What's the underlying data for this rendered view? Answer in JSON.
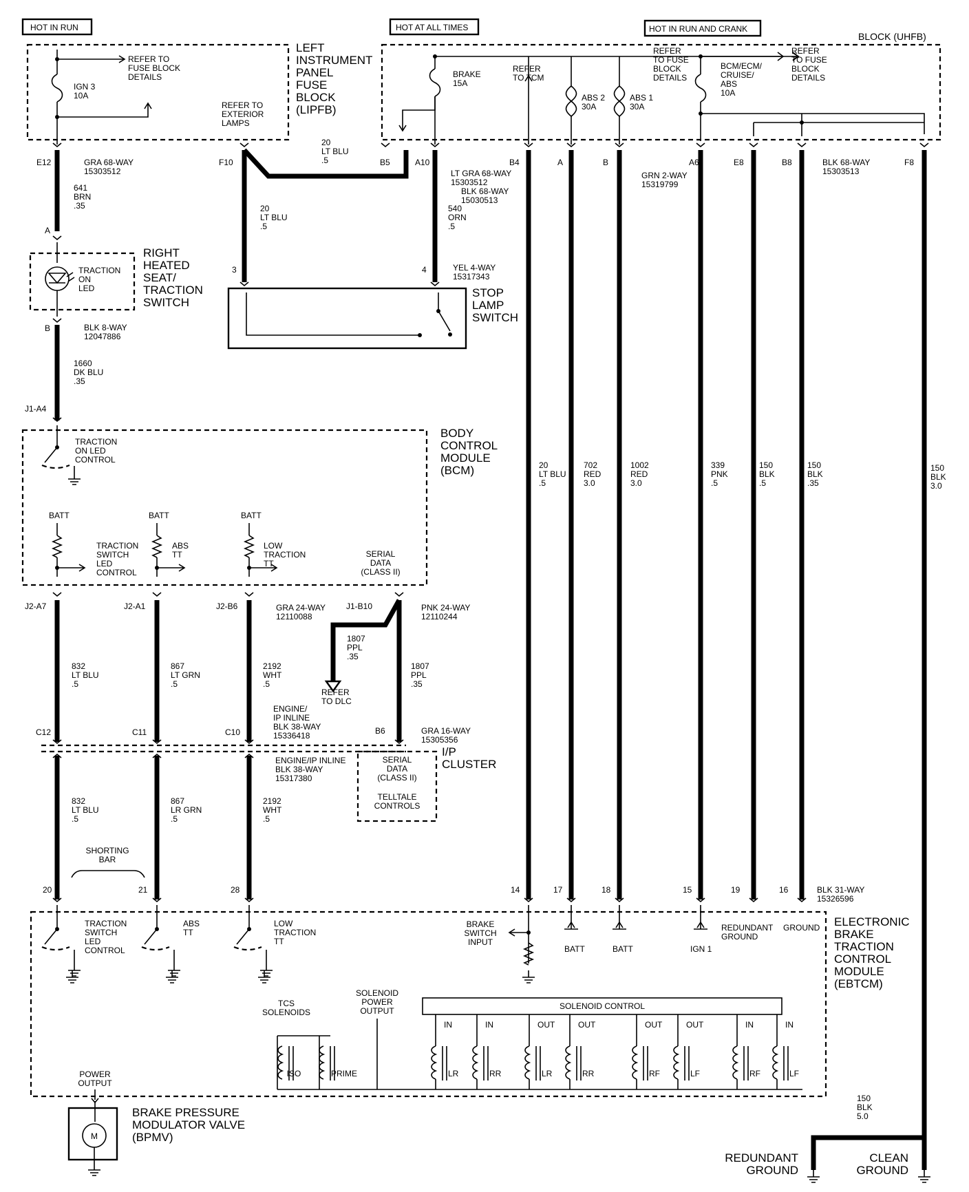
{
  "headers": {
    "hot_in_run": "HOT IN RUN",
    "hot_at_all_times": "HOT AT ALL TIMES",
    "hot_in_run_and_crank": "HOT IN RUN AND CRANK",
    "uhfb": "BLOCK (UHFB)"
  },
  "lipfb": {
    "title": [
      "LEFT",
      "INSTRUMENT",
      "PANEL",
      "FUSE",
      "BLOCK",
      "(LIPFB)"
    ],
    "fuse": [
      "IGN 3",
      "10A"
    ],
    "refer_fuse": [
      "REFER TO",
      "FUSE BLOCK",
      "DETAILS"
    ],
    "refer_ext": [
      "REFER TO",
      "EXTERIOR",
      "LAMPS"
    ]
  },
  "uhfb": {
    "brake_fuse": [
      "BRAKE",
      "15A"
    ],
    "refer_tcm": [
      "REFER",
      "TO TCM"
    ],
    "abs2": [
      "ABS 2",
      "30A"
    ],
    "abs1": [
      "ABS 1",
      "30A"
    ],
    "refer_fuse_1": [
      "REFER",
      "TO FUSE",
      "BLOCK",
      "DETAILS"
    ],
    "bcm_fuse": [
      "BCM/ECM/",
      "CRUISE/",
      "ABS",
      "10A"
    ],
    "refer_fuse_2": [
      "REFER",
      "TO FUSE",
      "BLOCK",
      "DETAILS"
    ]
  },
  "top_connectors": {
    "e12": "E12",
    "f10": "F10",
    "b5": "B5",
    "a10": "A10",
    "b4": "B4",
    "a": "A",
    "b": "B",
    "a6": "A6",
    "e8": "E8",
    "b8": "B8",
    "f8": "F8",
    "gra68_left": [
      "GRA 68-WAY",
      "15303512"
    ],
    "lt_gra68": [
      "LT GRA 68-WAY",
      "15303512"
    ],
    "blk68_mid": [
      "BLK 68-WAY",
      "15030513"
    ],
    "grn2": [
      "GRN 2-WAY",
      "15319799"
    ],
    "blk68_right": [
      "BLK 68-WAY",
      "15303513"
    ]
  },
  "wires": {
    "w641": [
      "641",
      "BRN",
      ".35"
    ],
    "w20_top": [
      "20",
      "LT BLU",
      ".5"
    ],
    "w20_left": [
      "20",
      "LT BLU",
      ".5"
    ],
    "w540": [
      "540",
      "ORN",
      ".5"
    ],
    "w1660": [
      "1660",
      "DK BLU",
      ".35"
    ],
    "w20_b4": [
      "20",
      "LT BLU",
      ".5"
    ],
    "w702": [
      "702",
      "RED",
      "3.0"
    ],
    "w1002": [
      "1002",
      "RED",
      "3.0"
    ],
    "w339": [
      "339",
      "PNK",
      ".5"
    ],
    "w150a": [
      "150",
      "BLK",
      ".5"
    ],
    "w150b": [
      "150",
      "BLK",
      ".35"
    ],
    "w150c": [
      "150",
      "BLK",
      "3.0"
    ],
    "w832a": [
      "832",
      "LT BLU",
      ".5"
    ],
    "w867a": [
      "867",
      "LT GRN",
      ".5"
    ],
    "w2192a": [
      "2192",
      "WHT",
      ".5"
    ],
    "w1807a": [
      "1807",
      "PPL",
      ".35"
    ],
    "w1807b": [
      "1807",
      "PPL",
      ".35"
    ],
    "w832b": [
      "832",
      "LT BLU",
      ".5"
    ],
    "w867b": [
      "867",
      "LR GRN",
      ".5"
    ],
    "w2192b": [
      "2192",
      "WHT",
      ".5"
    ],
    "w150d": [
      "150",
      "BLK",
      "5.0"
    ]
  },
  "seat_switch": {
    "title": [
      "RIGHT",
      "HEATED",
      "SEAT/",
      "TRACTION",
      "SWITCH"
    ],
    "led": [
      "TRACTION",
      "ON",
      "LED"
    ],
    "pin_a": "A",
    "pin_b": "B",
    "conn": [
      "BLK 8-WAY",
      "12047886"
    ]
  },
  "stop_lamp": {
    "title": [
      "STOP",
      "LAMP",
      "SWITCH"
    ],
    "pin3": "3",
    "pin4": "4",
    "conn": [
      "YEL 4-WAY",
      "15317343"
    ]
  },
  "bcm": {
    "title": [
      "BODY",
      "CONTROL",
      "MODULE",
      "(BCM)"
    ],
    "pin_j1a4": "J1-A4",
    "traction_on_led": [
      "TRACTION",
      "ON LED",
      "CONTROL"
    ],
    "batt": "BATT",
    "traction_switch_led": [
      "TRACTION",
      "SWITCH",
      "LED",
      "CONTROL"
    ],
    "abs_tt": [
      "ABS",
      "TT"
    ],
    "low_traction": [
      "LOW",
      "TRACTION",
      "TT"
    ],
    "serial_data": [
      "SERIAL",
      "DATA",
      "(CLASS II)"
    ],
    "pins": [
      "J2-A7",
      "J2-A1",
      "J2-B6",
      "J1-B10"
    ],
    "gra24": [
      "GRA 24-WAY",
      "12110088"
    ],
    "pnk24": [
      "PNK 24-WAY",
      "12110244"
    ]
  },
  "refer_dlc": [
    "REFER",
    "TO DLC"
  ],
  "inline": {
    "c12": "C12",
    "c11": "C11",
    "c10": "C10",
    "conn_upper": [
      "ENGINE/",
      "IP INLINE",
      "BLK 38-WAY",
      "15336418"
    ],
    "conn_lower": [
      "ENGINE/IP INLINE",
      "BLK 38-WAY",
      "15317380"
    ]
  },
  "cluster": {
    "title": [
      "I/P",
      "CLUSTER"
    ],
    "pin": "B6",
    "conn": [
      "GRA 16-WAY",
      "15305356"
    ],
    "serial": [
      "SERIAL",
      "DATA",
      "(CLASS II)"
    ],
    "telltale": [
      "TELLTALE",
      "CONTROLS"
    ]
  },
  "shorting_bar": [
    "SHORTING",
    "BAR"
  ],
  "ebtcm": {
    "title": [
      "ELECTRONIC",
      "BRAKE",
      "TRACTION",
      "CONTROL",
      "MODULE",
      "(EBTCM)"
    ],
    "pins": [
      "20",
      "21",
      "28",
      "14",
      "17",
      "18",
      "15",
      "19",
      "16"
    ],
    "conn": [
      "BLK 31-WAY",
      "15326596"
    ],
    "traction_switch_led": [
      "TRACTION",
      "SWITCH",
      "LED",
      "CONTROL"
    ],
    "abs_tt": [
      "ABS",
      "TT"
    ],
    "low_traction": [
      "LOW",
      "TRACTION",
      "TT"
    ],
    "brake_switch": [
      "BRAKE",
      "SWITCH",
      "INPUT"
    ],
    "batt": "BATT",
    "ign1": "IGN 1",
    "redundant_ground": [
      "REDUNDANT",
      "GROUND"
    ],
    "ground": "GROUND",
    "tcs_solenoids": [
      "TCS",
      "SOLENOIDS"
    ],
    "solenoid_power": [
      "SOLENOID",
      "POWER",
      "OUTPUT"
    ],
    "solenoid_control": "SOLENOID CONTROL",
    "iso": "ISO",
    "prime": "PRIME",
    "dir": [
      "IN",
      "IN",
      "OUT",
      "OUT",
      "OUT",
      "OUT",
      "IN",
      "IN"
    ],
    "wheels": [
      "LR",
      "RR",
      "LR",
      "RR",
      "RF",
      "LF",
      "RF",
      "LF"
    ],
    "power_output": [
      "POWER",
      "OUTPUT"
    ]
  },
  "bpmv": {
    "title": [
      "BRAKE PRESSURE",
      "MODULATOR VALVE",
      "(BPMV)"
    ],
    "motor": "M"
  },
  "grounds": {
    "redundant": [
      "REDUNDANT",
      "GROUND"
    ],
    "clean": [
      "CLEAN",
      "GROUND"
    ]
  }
}
